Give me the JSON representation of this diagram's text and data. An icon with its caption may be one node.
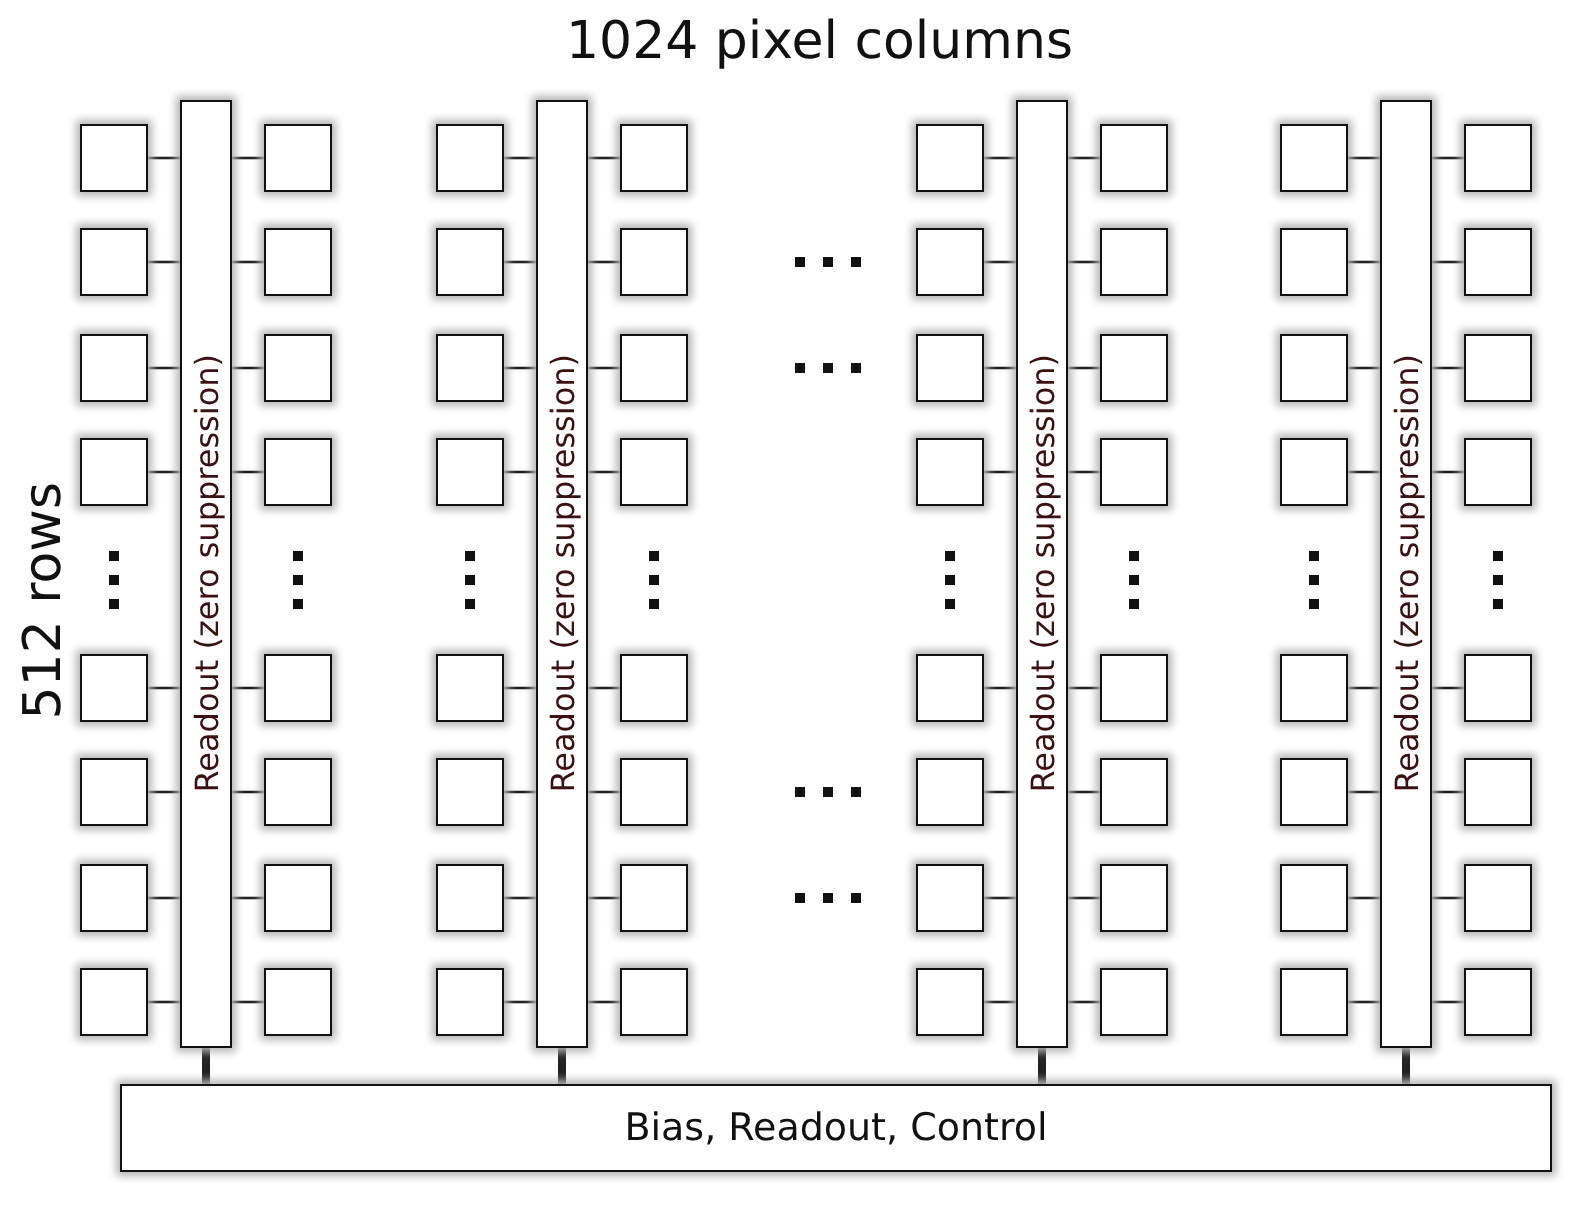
{
  "diagram": {
    "nodes": [
      {
        "text": [
          "Readout (zero suppression)"
        ]
      },
      {
        "text": [
          "Readout (zero suppression)"
        ]
      },
      {
        "text": [
          "Readout (zero suppression)"
        ]
      },
      {
        "text": [
          "Readout (zero suppression)"
        ]
      },
      {
        "text": [],
        "shape": "box"
      },
      {
        "text": [],
        "shape": "box"
      },
      {
        "text": [],
        "shape": "box"
      },
      {
        "text": [],
        "shape": "box"
      },
      {
        "text": [],
        "shape": "box"
      },
      {
        "text": [],
        "shape": "box"
      },
      {
        "text": [],
        "shape": "box"
      },
      {
        "text": [],
        "shape": "box"
      },
      {
        "text": [],
        "shape": "box"
      },
      {
        "text": [],
        "shape": "box"
      },
      {
        "text": [],
        "shape": "box"
      },
      {
        "text": [],
        "shape": "box"
      },
      {
        "text": [],
        "shape": "box"
      },
      {
        "text": [],
        "shape": "box"
      },
      {
        "text": [],
        "shape": "box"
      },
      {
        "text": [],
        "shape": "box"
      },
      {
        "text": [],
        "shape": "box"
      },
      {
        "text": [],
        "shape": "box"
      },
      {
        "text": [],
        "shape": "box"
      },
      {
        "text": [],
        "shape": "box"
      },
      {
        "text": [],
        "shape": "box"
      },
      {
        "text": [],
        "shape": "box"
      },
      {
        "text": [],
        "shape": "box"
      },
      {
        "text": [],
        "shape": "box"
      },
      {
        "text": [],
        "shape": "box"
      },
      {
        "text": [],
        "shape": "box"
      },
      {
        "text": [],
        "shape": "box"
      },
      {
        "text": [],
        "shape": "box"
      },
      {
        "text": [],
        "shape": "box"
      },
      {
        "text": [],
        "shape": "box"
      },
      {
        "text": [],
        "shape": "box"
      },
      {
        "text": [],
        "shape": "box"
      },
      {
        "text": [],
        "shape": "box"
      },
      {
        "text": [],
        "shape": "box"
      },
      {
        "text": [],
        "shape": "box"
      },
      {
        "text": [],
        "shape": "box"
      },
      {
        "text": [],
        "shape": "box"
      },
      {
        "text": [],
        "shape": "box"
      },
      {
        "text": [],
        "shape": "box"
      },
      {
        "text": [],
        "shape": "box"
      },
      {
        "text": [],
        "shape": "box"
      },
      {
        "text": [],
        "shape": "box"
      },
      {
        "text": [],
        "shape": "box"
      },
      {
        "text": [],
        "shape": "box"
      },
      {
        "text": [],
        "shape": "box"
      },
      {
        "text": [],
        "shape": "box"
      },
      {
        "text": [],
        "shape": "box"
      },
      {
        "text": [],
        "shape": "box"
      },
      {
        "text": [],
        "shape": "box"
      },
      {
        "text": [],
        "shape": "box"
      },
      {
        "text": [],
        "shape": "box"
      },
      {
        "text": [],
        "shape": "box"
      },
      {
        "text": [],
        "shape": "box"
      },
      {
        "text": [],
        "shape": "box"
      },
      {
        "text": [],
        "shape": "box"
      },
      {
        "text": [],
        "shape": "box"
      },
      {
        "text": [],
        "shape": "box"
      },
      {
        "text": [],
        "shape": "box"
      },
      {
        "text": [],
        "shape": "box"
      },
      {
        "text": [],
        "shape": "box"
      },
      {
        "text": [],
        "shape": "box"
      },
      {
        "text": [],
        "shape": "box"
      },
      {
        "text": [],
        "shape": "box"
      },
      {
        "text": [],
        "shape": "box"
      },
      {
        "text": [
          "Bias, Readout, Control"
        ]
      }
    ],
    "edges": [
      {
        "from": 4,
        "to": 0,
        "arrow": "none"
      },
      {
        "from": 5,
        "to": 0,
        "arrow": "none"
      },
      {
        "from": 6,
        "to": 0,
        "arrow": "none"
      },
      {
        "from": 7,
        "to": 0,
        "arrow": "none"
      },
      {
        "from": 8,
        "to": 0,
        "arrow": "none"
      },
      {
        "from": 9,
        "to": 0,
        "arrow": "none"
      },
      {
        "from": 10,
        "to": 0,
        "arrow": "none"
      },
      {
        "from": 11,
        "to": 0,
        "arrow": "none"
      },
      {
        "from": 12,
        "to": 0,
        "arrow": "none"
      },
      {
        "from": 13,
        "to": 0,
        "arrow": "none"
      },
      {
        "from": 14,
        "to": 0,
        "arrow": "none"
      },
      {
        "from": 15,
        "to": 0,
        "arrow": "none"
      },
      {
        "from": 16,
        "to": 0,
        "arrow": "none"
      },
      {
        "from": 17,
        "to": 0,
        "arrow": "none"
      },
      {
        "from": 18,
        "to": 0,
        "arrow": "none"
      },
      {
        "from": 19,
        "to": 0,
        "arrow": "none"
      },
      {
        "from": 20,
        "to": 1,
        "arrow": "none"
      },
      {
        "from": 21,
        "to": 1,
        "arrow": "none"
      },
      {
        "from": 22,
        "to": 1,
        "arrow": "none"
      },
      {
        "from": 23,
        "to": 1,
        "arrow": "none"
      },
      {
        "from": 24,
        "to": 1,
        "arrow": "none"
      },
      {
        "from": 25,
        "to": 1,
        "arrow": "none"
      },
      {
        "from": 26,
        "to": 1,
        "arrow": "none"
      },
      {
        "from": 27,
        "to": 1,
        "arrow": "none"
      },
      {
        "from": 28,
        "to": 1,
        "arrow": "none"
      },
      {
        "from": 29,
        "to": 1,
        "arrow": "none"
      },
      {
        "from": 30,
        "to": 1,
        "arrow": "none"
      },
      {
        "from": 31,
        "to": 1,
        "arrow": "none"
      },
      {
        "from": 32,
        "to": 1,
        "arrow": "none"
      },
      {
        "from": 33,
        "to": 1,
        "arrow": "none"
      },
      {
        "from": 34,
        "to": 1,
        "arrow": "none"
      },
      {
        "from": 35,
        "to": 1,
        "arrow": "none"
      },
      {
        "from": 36,
        "to": 2,
        "arrow": "none"
      },
      {
        "from": 37,
        "to": 2,
        "arrow": "none"
      },
      {
        "from": 38,
        "to": 2,
        "arrow": "none"
      },
      {
        "from": 39,
        "to": 2,
        "arrow": "none"
      },
      {
        "from": 40,
        "to": 2,
        "arrow": "none"
      },
      {
        "from": 41,
        "to": 2,
        "arrow": "none"
      },
      {
        "from": 42,
        "to": 2,
        "arrow": "none"
      },
      {
        "from": 43,
        "to": 2,
        "arrow": "none"
      },
      {
        "from": 44,
        "to": 2,
        "arrow": "none"
      },
      {
        "from": 45,
        "to": 2,
        "arrow": "none"
      },
      {
        "from": 46,
        "to": 2,
        "arrow": "none"
      },
      {
        "from": 47,
        "to": 2,
        "arrow": "none"
      },
      {
        "from": 48,
        "to": 2,
        "arrow": "none"
      },
      {
        "from": 49,
        "to": 2,
        "arrow": "none"
      },
      {
        "from": 50,
        "to": 2,
        "arrow": "none"
      },
      {
        "from": 51,
        "to": 2,
        "arrow": "none"
      },
      {
        "from": 52,
        "to": 3,
        "arrow": "none"
      },
      {
        "from": 53,
        "to": 3,
        "arrow": "none"
      },
      {
        "from": 54,
        "to": 3,
        "arrow": "none"
      },
      {
        "from": 55,
        "to": 3,
        "arrow": "none"
      },
      {
        "from": 56,
        "to": 3,
        "arrow": "none"
      },
      {
        "from": 57,
        "to": 3,
        "arrow": "none"
      },
      {
        "from": 58,
        "to": 3,
        "arrow": "none"
      },
      {
        "from": 59,
        "to": 3,
        "arrow": "none"
      },
      {
        "from": 60,
        "to": 3,
        "arrow": "none"
      },
      {
        "from": 61,
        "to": 3,
        "arrow": "none"
      },
      {
        "from": 62,
        "to": 3,
        "arrow": "none"
      },
      {
        "from": 63,
        "to": 3,
        "arrow": "none"
      },
      {
        "from": 64,
        "to": 3,
        "arrow": "none"
      },
      {
        "from": 65,
        "to": 3,
        "arrow": "none"
      },
      {
        "from": 66,
        "to": 3,
        "arrow": "none"
      },
      {
        "from": 67,
        "to": 3,
        "arrow": "none"
      },
      {
        "from": 0,
        "to": 68,
        "arrow": "none",
        "style": "thick"
      },
      {
        "from": 1,
        "to": 68,
        "arrow": "none",
        "style": "thick"
      },
      {
        "from": 2,
        "to": 68,
        "arrow": "none",
        "style": "thick"
      },
      {
        "from": 3,
        "to": 68,
        "arrow": "none",
        "style": "thick"
      }
    ],
    "labels": [
      "1024 pixel columns",
      "512 rows"
    ]
  }
}
